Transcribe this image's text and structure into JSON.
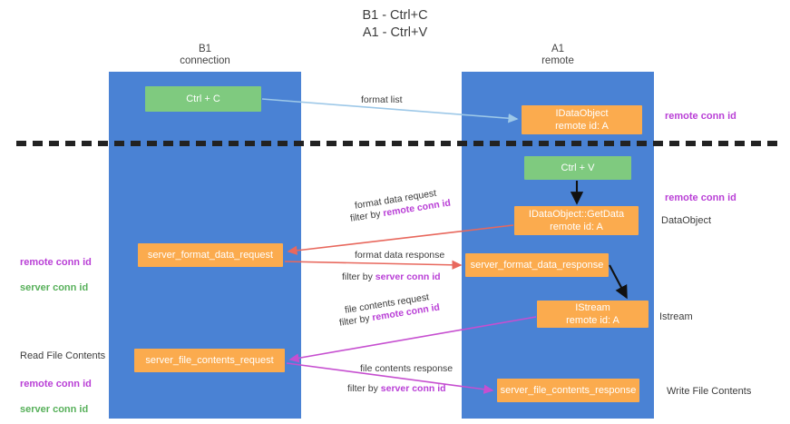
{
  "title": "B1 - Ctrl+C\nA1 - Ctrl+V",
  "lanes": [
    {
      "name": "b1",
      "header": "B1\nconnection"
    },
    {
      "name": "a1",
      "header": "A1\nremote"
    }
  ],
  "nodes": {
    "ctrl_c": {
      "line1": "Ctrl + C",
      "line2": "",
      "color": "#7fca7f"
    },
    "idataobject": {
      "line1": "IDataObject",
      "line2": "remote id: A",
      "color": "#fbab4e"
    },
    "ctrl_v": {
      "line1": "Ctrl + V",
      "line2": "",
      "color": "#7fca7f"
    },
    "getdata": {
      "line1": "IDataObject::GetData",
      "line2": "remote id: A",
      "color": "#fbab4e"
    },
    "server_format_data_request": {
      "line1": "server_format_data_request",
      "line2": "",
      "color": "#fbab4e"
    },
    "server_format_data_response": {
      "line1": "server_format_data_response",
      "line2": "",
      "color": "#fbab4e"
    },
    "istream": {
      "line1": "IStream",
      "line2": "remote id: A",
      "color": "#fbab4e"
    },
    "server_file_contents_request": {
      "line1": "server_file_contents_request",
      "line2": "",
      "color": "#fbab4e"
    },
    "server_file_contents_response": {
      "line1": "server_file_contents_response",
      "line2": "",
      "color": "#fbab4e"
    }
  },
  "edge_labels": {
    "format_list": "format list",
    "format_data_request": "format data request",
    "format_data_request_filter_prefix": "filter by ",
    "format_data_request_filter_key": "remote conn id",
    "format_data_response": "format data response",
    "format_data_response_filter_prefix": "filter by ",
    "format_data_response_filter_key": "server conn id",
    "file_contents_request": "file contents request",
    "file_contents_request_filter_prefix": "filter by ",
    "file_contents_request_filter_key": "remote conn id",
    "file_contents_response": "file contents response",
    "file_contents_response_filter_prefix": "filter by ",
    "file_contents_response_filter_key": "server conn id"
  },
  "side_labels": {
    "remote_conn_id_top": "remote conn id",
    "remote_conn_id_mid": "remote conn id",
    "dataobject": "DataObject",
    "istream": "Istream",
    "write_file_contents": "Write File Contents",
    "read_file_contents": "Read File Contents",
    "left_remote_conn_id": "remote conn id",
    "left_server_conn_id": "server conn id"
  },
  "colors": {
    "lane": "#4a82d4",
    "node_orange": "#fbab4e",
    "node_green": "#7fca7f",
    "key_purple": "#b93fd6",
    "key_green": "#57b05a",
    "arrow_blue": "#9dc8e8",
    "arrow_red": "#e8685d",
    "arrow_magenta": "#c64fd0",
    "arrow_black": "#111111",
    "divider": "#222222"
  }
}
